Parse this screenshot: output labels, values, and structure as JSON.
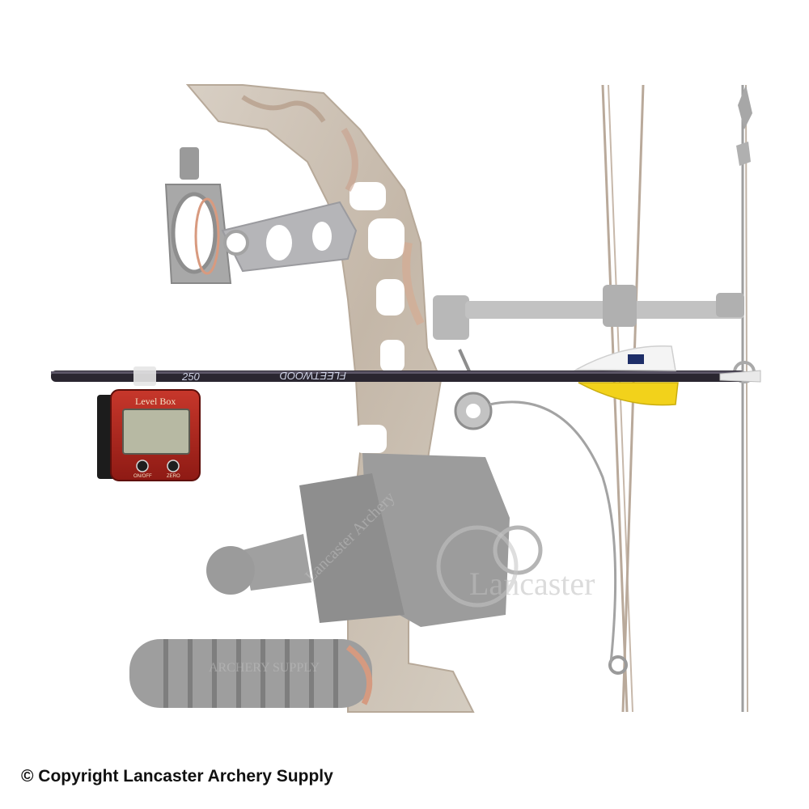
{
  "image": {
    "subject": "compound bow with arrow and digital level",
    "colors": {
      "background": "#ffffff",
      "bow_camo": "#c9c0b4",
      "faded_gray": "#bdbdbd",
      "arrow_shaft": "#2a2630",
      "fletch_yellow": "#f2d21b",
      "level_box_red": "#b5261d",
      "lcd_screen": "#b7b9a3"
    }
  },
  "level_box": {
    "label": "Level Box",
    "button_left": "ON/OFF",
    "button_right": "ZERO"
  },
  "arrow": {
    "brand_text": "FLEETWOOD",
    "spine_text": "250"
  },
  "watermark": {
    "text_main": "Lancaster",
    "text_sub": "ARCHERY SUPPLY",
    "text_diag": "Lancaster Archery"
  },
  "copyright": {
    "text": "© Copyright Lancaster Archery Supply"
  }
}
